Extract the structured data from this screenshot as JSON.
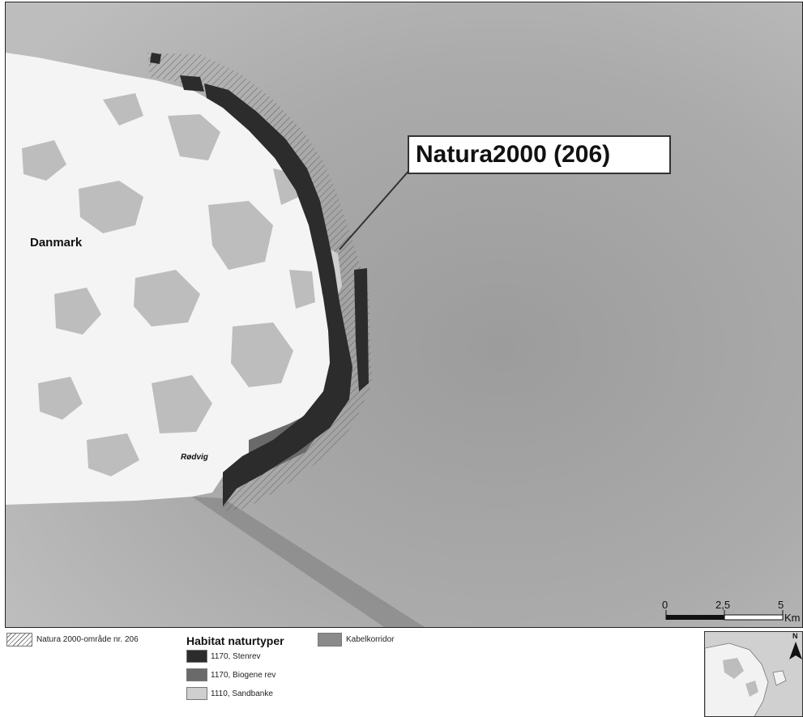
{
  "map": {
    "callout_label": "Natura2000 (206)",
    "country_label": "Danmark",
    "town_label": "Rødvig"
  },
  "scale_bar": {
    "ticks": [
      "0",
      "2,5",
      "5"
    ],
    "unit": "Km"
  },
  "legend": {
    "heading": "Habitat naturtyper",
    "natura_area_label": "Natura 2000-område nr. 206",
    "cable_corridor_label": "Kabelkorridor",
    "habitat_items": [
      {
        "label": "1170, Stenrev",
        "color": "#2c2c2c"
      },
      {
        "label": "1170, Biogene rev",
        "color": "#6a6a6a"
      },
      {
        "label": "1110, Sandbanke",
        "color": "#cfcfcf"
      }
    ]
  },
  "inset": {
    "north_label": "N"
  },
  "colors": {
    "sea": "#a9a9a9",
    "land": "#f4f4f4",
    "land_patches": "#bfbfbf",
    "reef": "#2c2c2c",
    "biogenic": "#6a6a6a",
    "sandbank": "#cfcfcf",
    "cable_corridor": "#8a8a8a"
  }
}
